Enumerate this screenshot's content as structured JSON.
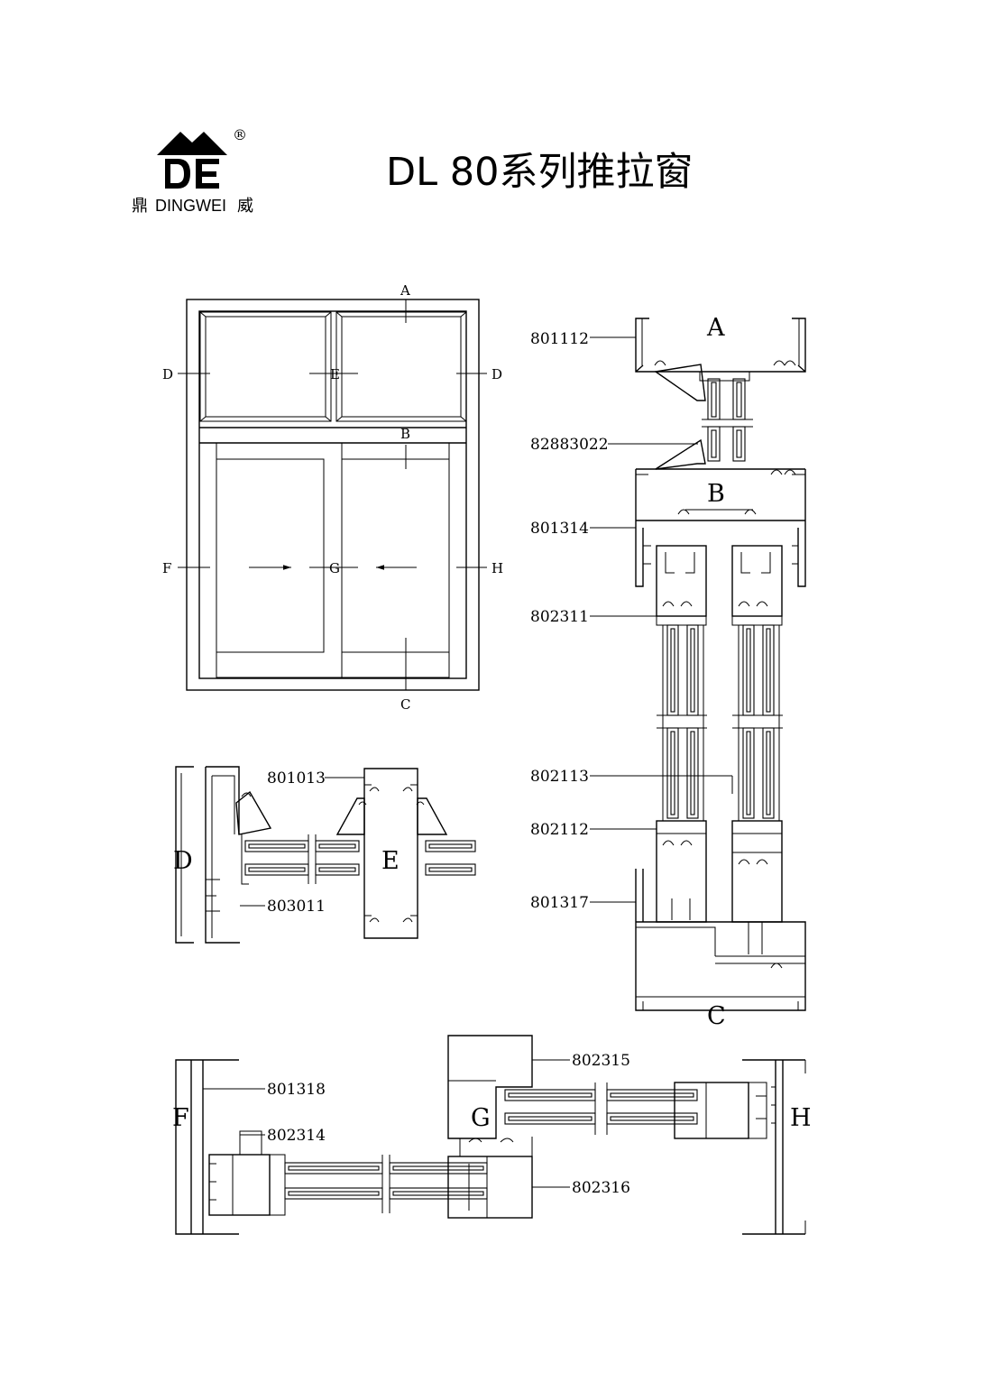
{
  "header": {
    "logo": {
      "mark": "DE",
      "cn_left": "鼎",
      "text": "DINGWEI",
      "cn_right": "威",
      "registered": "®"
    },
    "title": "DL 80系列推拉窗"
  },
  "elevation": {
    "section_labels": {
      "A": "A",
      "B": "B",
      "C": "C",
      "D_left": "D",
      "D_right": "D",
      "E": "E",
      "F": "F",
      "G": "G",
      "H": "H"
    }
  },
  "vertical_section": {
    "labels": {
      "A": "A",
      "B": "B",
      "C": "C"
    },
    "codes": [
      "801112",
      "82883022",
      "801314",
      "802311",
      "802113",
      "802112",
      "801317"
    ]
  },
  "de_section": {
    "labels": {
      "D": "D",
      "E": "E"
    },
    "codes": [
      "801013",
      "803011"
    ]
  },
  "fgh_section": {
    "labels": {
      "F": "F",
      "G": "G",
      "H": "H"
    },
    "codes": [
      "802315",
      "801318",
      "802314",
      "802316"
    ]
  }
}
